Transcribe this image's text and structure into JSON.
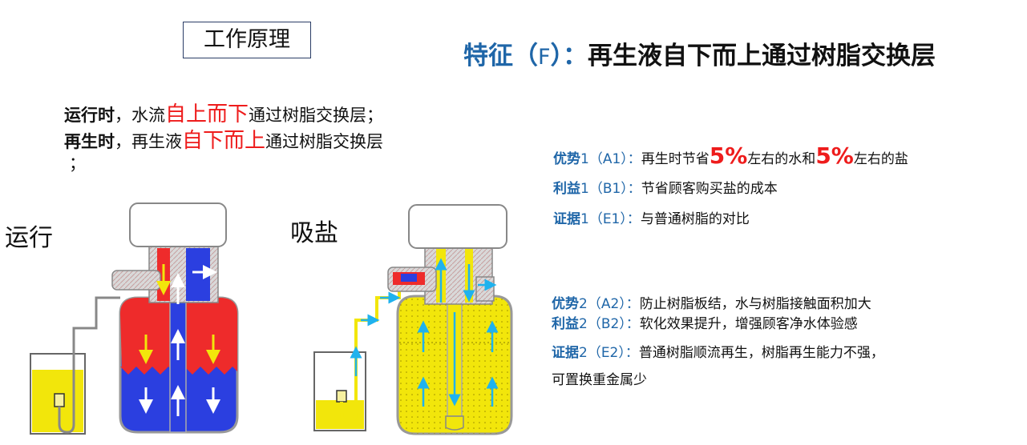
{
  "title_box": "工作原理",
  "headline": {
    "prefix": "特征（",
    "letter": "F",
    "suffix": "）：",
    "text": "再生液自下而上通过树脂交换层"
  },
  "intro": {
    "line1": {
      "bold": "运行时",
      "pre": "，水流",
      "red": "自上而下",
      "post": "通过树脂交换层；"
    },
    "line2": {
      "bold": "再生时",
      "pre": "，再生液",
      "red": "自下而上",
      "post": "通过树脂交换层"
    },
    "line3": "；"
  },
  "features": {
    "a1": {
      "label": "优势",
      "code": "1（A1）：",
      "t1": "再生时节省",
      "n1": "5%",
      "t2": "左右的水和",
      "n2": "5%",
      "t3": "左右的盐"
    },
    "b1": {
      "label": "利益",
      "code": "1（B1）：",
      "text": "节省顾客购买盐的成本"
    },
    "e1": {
      "label": "证据",
      "code": "1（E1）：",
      "text": "与普通树脂的对比"
    },
    "a2": {
      "label": "优势",
      "code": "2（A2）：",
      "text": "防止树脂板结，水与树脂接触面积加大"
    },
    "b2": {
      "label": "利益",
      "code": "2（B2）：",
      "text": "软化效果提升，增强顾客净水体验感"
    },
    "e2": {
      "label": "证据",
      "code": "2（E2）：",
      "text": "普通树脂顺流再生，树脂再生能力不强，",
      "cont": "可置换重金属少"
    }
  },
  "diagram_labels": {
    "run": "运行",
    "brine": "吸盐"
  },
  "colors": {
    "blue_text": "#1f66a8",
    "red_text": "#ee1c1c",
    "red_water": "#ee2b2b",
    "blue_water": "#2b3fe0",
    "yellow_brine": "#f2e60b"
  }
}
